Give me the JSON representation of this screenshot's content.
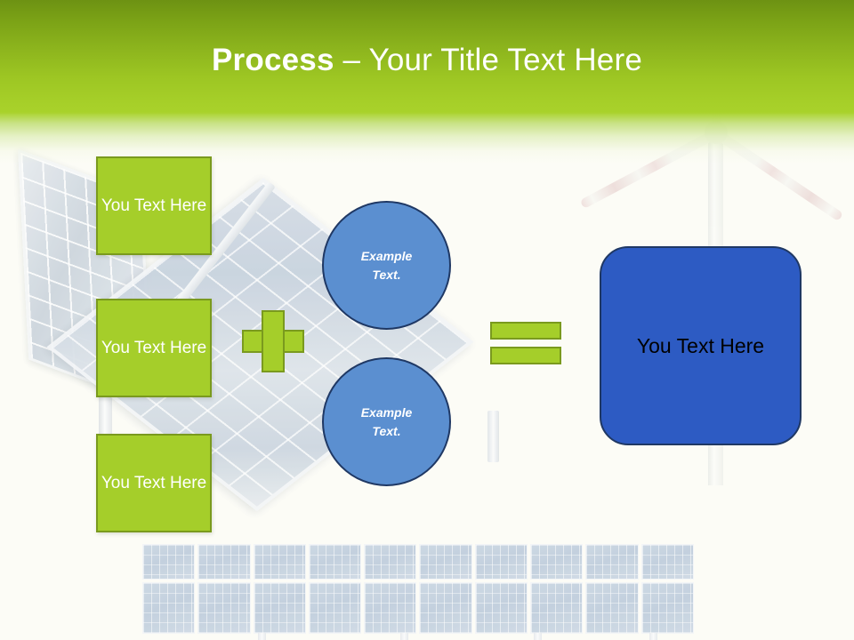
{
  "slide": {
    "title_bold": "Process",
    "title_rest": " – Your Title Text Here",
    "background_tint": "#fcfcf6"
  },
  "theme": {
    "green_fill": "#a5ce2a",
    "green_border": "#7a9a1e",
    "circle_fill": "#5b8fd0",
    "circle_border": "#1f3864",
    "result_fill": "#2d5bc3",
    "result_border": "#1f3864",
    "header_dark": "#6d9213",
    "header_light": "#a9d22b",
    "title_color": "#ffffff"
  },
  "inputs": [
    {
      "label": "You Text Here"
    },
    {
      "label": "You Text Here"
    },
    {
      "label": "You Text Here"
    }
  ],
  "operators": {
    "plus": "+",
    "equals": "="
  },
  "circles": [
    {
      "line1": "Example",
      "line2": "Text."
    },
    {
      "line1": "Example",
      "line2": "Text."
    }
  ],
  "result": {
    "label": "You Text Here"
  },
  "background_art": {
    "left_panel": "solar-panel",
    "center_panel": "solar-panel",
    "turbine": "wind-turbine",
    "bottom_array": "solar-panel-array",
    "array_columns": 10
  }
}
